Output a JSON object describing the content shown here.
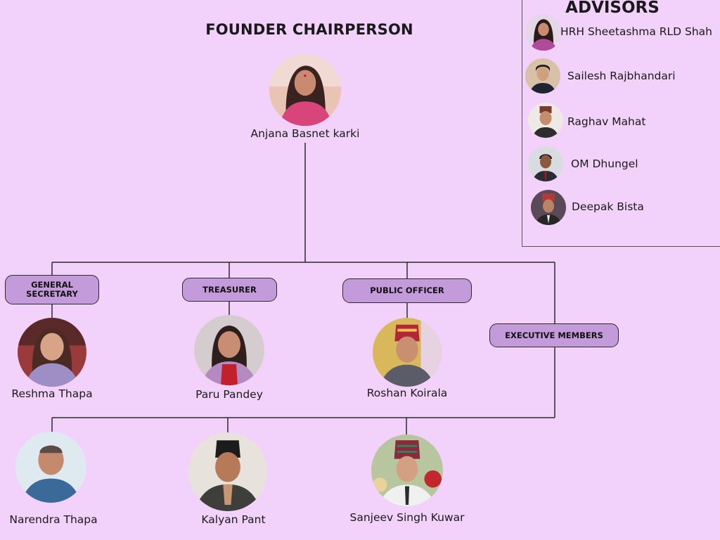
{
  "founder": {
    "heading": "FOUNDER CHAIRPERSON",
    "name": "Anjana Basnet karki"
  },
  "advisors": {
    "heading": "ADVISORS",
    "members": [
      {
        "name": "HRH Sheetashma RLD Shah"
      },
      {
        "name": "Sailesh Rajbhandari"
      },
      {
        "name": "Raghav Mahat"
      },
      {
        "name": "OM Dhungel"
      },
      {
        "name": "Deepak Bista"
      }
    ]
  },
  "roles": {
    "general_secretary": {
      "label": "GENERAL SECRETARY",
      "name": "Reshma Thapa"
    },
    "treasurer": {
      "label": "TREASURER",
      "name": "Paru Pandey"
    },
    "public_officer": {
      "label": "PUBLIC OFFICER",
      "name": "Roshan Koirala"
    },
    "executive_members": {
      "label": "EXECUTIVE MEMBERS",
      "members": [
        {
          "name": "Narendra Thapa"
        },
        {
          "name": "Kalyan Pant"
        },
        {
          "name": "Sanjeev Singh Kuwar"
        }
      ]
    }
  },
  "colors": {
    "background": "#f2d2fb",
    "role_pill": "#c39bdb",
    "lines": "#2b2b2b"
  }
}
